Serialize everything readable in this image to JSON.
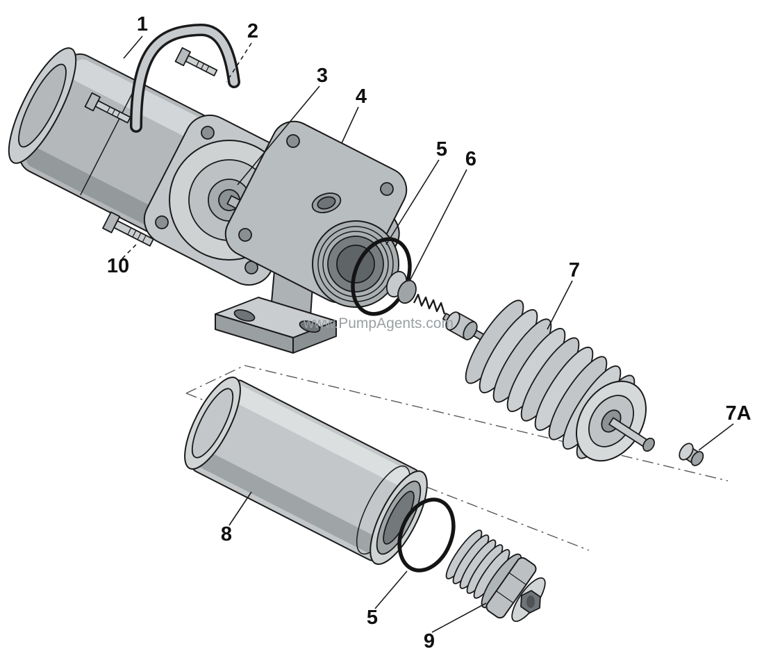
{
  "watermark": "www.PumpAgents.com",
  "callouts": [
    {
      "label": "1"
    },
    {
      "label": "2"
    },
    {
      "label": "3"
    },
    {
      "label": "4"
    },
    {
      "label": "5"
    },
    {
      "label": "6"
    },
    {
      "label": "7"
    },
    {
      "label": "7A"
    },
    {
      "label": "8"
    },
    {
      "label": "5"
    },
    {
      "label": "9"
    },
    {
      "label": "10"
    }
  ],
  "colors": {
    "line": "#1a1a1a",
    "fill_light": "#d6d9da",
    "fill_mid": "#bcc0c2",
    "fill_dark": "#8f9496",
    "watermark_text": "#9aa0a4",
    "background": "#ffffff"
  }
}
